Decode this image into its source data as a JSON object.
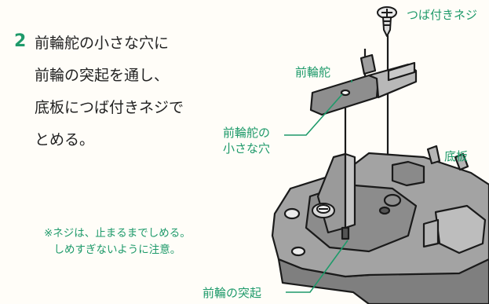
{
  "step": {
    "number": "2",
    "lines": [
      "前輪舵の小さな穴に",
      "前輪の突起を通し、",
      "底板につば付きネジで",
      "とめる。"
    ]
  },
  "labels": {
    "screw": "つば付きネジ",
    "steering": "前輪舵",
    "hole_line1": "前輪舵の",
    "hole_line2": "小さな穴",
    "base": "底板",
    "protrusion": "前輪の突起"
  },
  "note": {
    "line1": "※ネジは、止まるまでしめる。",
    "line2": "しめすぎないように注意。"
  },
  "colors": {
    "accent": "#1e9a6a",
    "part_fill": "#9a9a9a",
    "outline": "#1a1a1a"
  }
}
